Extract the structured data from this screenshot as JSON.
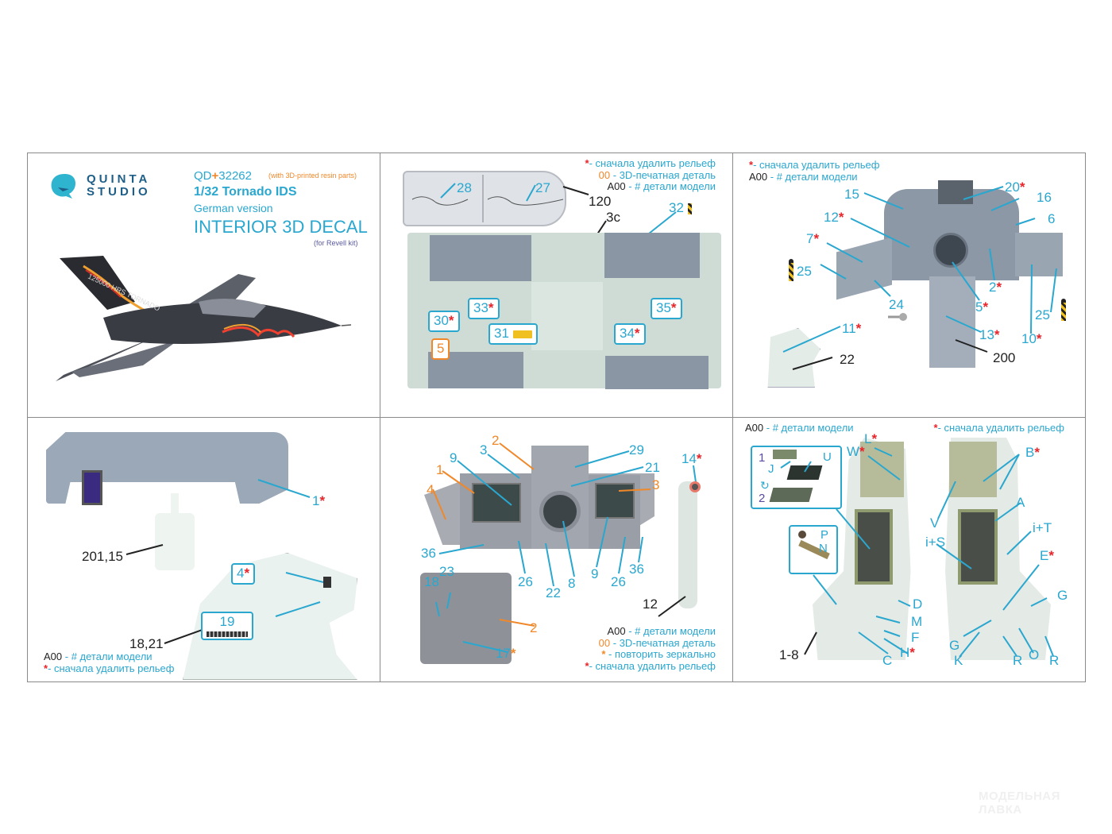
{
  "header": {
    "brand_line1": "QUINTA",
    "brand_line2": "STUDIO",
    "code_prefix": "QD",
    "code_plus": "+",
    "code_number": "32262",
    "resin_note": "(with 3D-printed resin parts)",
    "scale_title": "1/32 Tornado IDS",
    "version": "German version",
    "product": "INTERIOR 3D DECAL",
    "kit_note": "(for Revell kit)",
    "aircraft_tail_text": "125000 HRS TORNADO"
  },
  "legend": {
    "remove_relief": "- сначала удалить рельеф",
    "printed_key": "00",
    "printed_part": "- 3D-печатная деталь",
    "model_key": "A00",
    "model_part": "- # детали модели",
    "mirror": "- повторить зеркально",
    "star": "*"
  },
  "panel_sidewalls": {
    "labels": [
      "28",
      "27",
      "120",
      "3c",
      "32",
      "33",
      "35",
      "30",
      "31",
      "34",
      "5"
    ]
  },
  "panel_front_dash": {
    "labels": [
      "15",
      "20",
      "16",
      "12",
      "6",
      "7",
      "25",
      "24",
      "2",
      "5",
      "13",
      "10",
      "25",
      "11",
      "22",
      "200"
    ]
  },
  "panel_rear_dash": {
    "labels": [
      "1",
      "201,15",
      "4",
      "19",
      "18,21"
    ]
  },
  "panel_rear_consoles": {
    "labels": [
      "2",
      "3",
      "29",
      "21",
      "14",
      "1",
      "9",
      "3",
      "4",
      "36",
      "26",
      "22",
      "8",
      "9",
      "26",
      "36",
      "12",
      "23",
      "18",
      "2",
      "17"
    ]
  },
  "panel_seats": {
    "labels": [
      "L",
      "W",
      "B",
      "1",
      "J",
      "U",
      "2",
      "A",
      "V",
      "i+T",
      "i+S",
      "P",
      "N",
      "E",
      "D",
      "G",
      "M",
      "F",
      "G",
      "1-8",
      "C",
      "H",
      "K",
      "R",
      "O",
      "R"
    ]
  },
  "watermark": {
    "line1": "МОДЕЛЬНАЯ",
    "line2": "ЛАВКА"
  },
  "colors": {
    "accent_blue": "#2aa7cf",
    "printed_orange": "#f0882a",
    "relief_red": "#e8242a",
    "brand_navy": "#1f5f87"
  }
}
